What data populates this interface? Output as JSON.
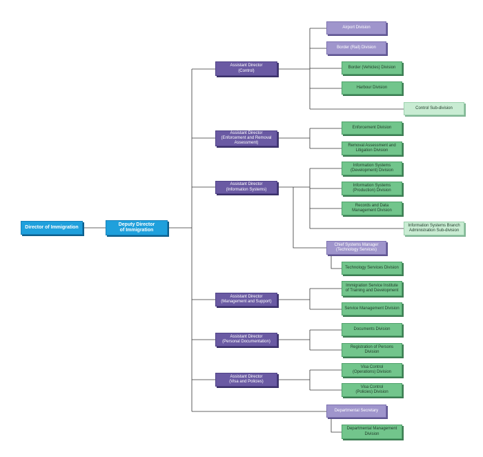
{
  "org_chart": {
    "director": "Director of Immigration",
    "deputy": "Deputy Director\nof Immigration",
    "ad_control": {
      "label": "Assistant Director\n(Control)",
      "divisions": [
        "Airport Division",
        "Border (Rail) Division",
        "Border (Vehicles) Division",
        "Harbour Division",
        "Control Sub-division"
      ]
    },
    "ad_enforcement": {
      "label": "Assistant Director\n(Enforcement and Removal\nAssessment)",
      "divisions": [
        "Enforcement Division",
        "Removal Assessment and\nLitigation Division"
      ]
    },
    "ad_info_systems": {
      "label": "Assistant Director\n(Information Systems)",
      "divisions": [
        "Information Systems\n(Development) Division",
        "Information Systems\n(Production) Division",
        "Records and Data\nManagement Division",
        "Information Systems Branch\nAdministration Sub-division"
      ],
      "chief": "Chief Systems Manager\n(Technology Services)",
      "chief_division": "Technology Services Division"
    },
    "ad_management": {
      "label": "Assistant Director\n(Management and Support)",
      "divisions": [
        "Immigration Service Institute\nof Training and Development",
        "Service Management Division"
      ]
    },
    "ad_personal_doc": {
      "label": "Assistant Director\n(Personal Documentation)",
      "divisions": [
        "Documents Division",
        "Registration of Persons\nDivision"
      ]
    },
    "ad_visa": {
      "label": "Assistant Director\n(Visa and Policies)",
      "divisions": [
        "Visa Control\n(Operations) Division",
        "Visa Control\n(Policies) Division"
      ]
    },
    "departmental_secretary": "Departmental Secretary",
    "departmental_management": "Departmental Management\nDivision"
  },
  "colors": {
    "top_level": "#1fa0dc",
    "assistant_director": "#6a5aa3",
    "secondary_unit": "#9f95cc",
    "division": "#72c58c",
    "sub_division": "#c9ecd3",
    "connector": "#333333"
  }
}
